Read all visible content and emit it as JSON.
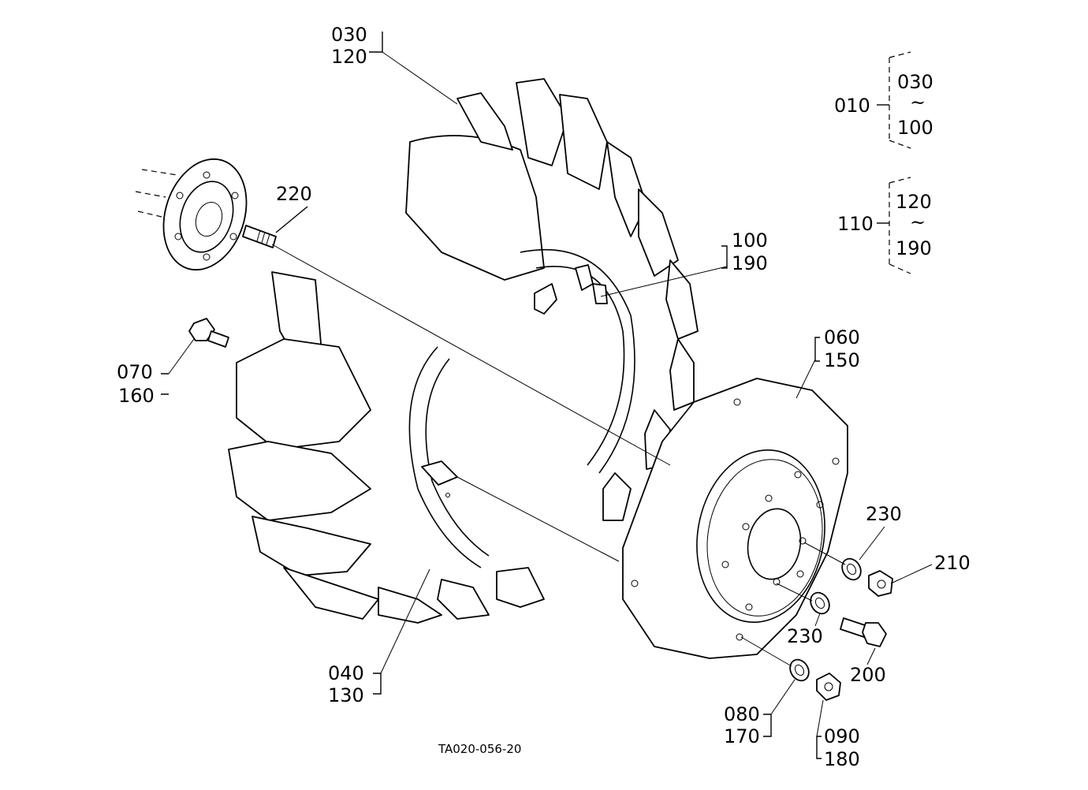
{
  "labels": {
    "l030a": "030",
    "l120a": "120",
    "l010": "010",
    "l030b": "030",
    "l100a": "100",
    "l110": "110",
    "l120b": "120",
    "l190a": "190",
    "l220": "220",
    "l100b": "100",
    "l190b": "190",
    "l070": "070",
    "l160": "160",
    "l060": "060",
    "l150": "150",
    "l230a": "230",
    "l210": "210",
    "l230b": "230",
    "l200": "200",
    "l040": "040",
    "l130": "130",
    "l080": "080",
    "l170": "170",
    "l090": "090",
    "l180": "180"
  },
  "range_separator": "~",
  "caption": "TA020-056-20"
}
